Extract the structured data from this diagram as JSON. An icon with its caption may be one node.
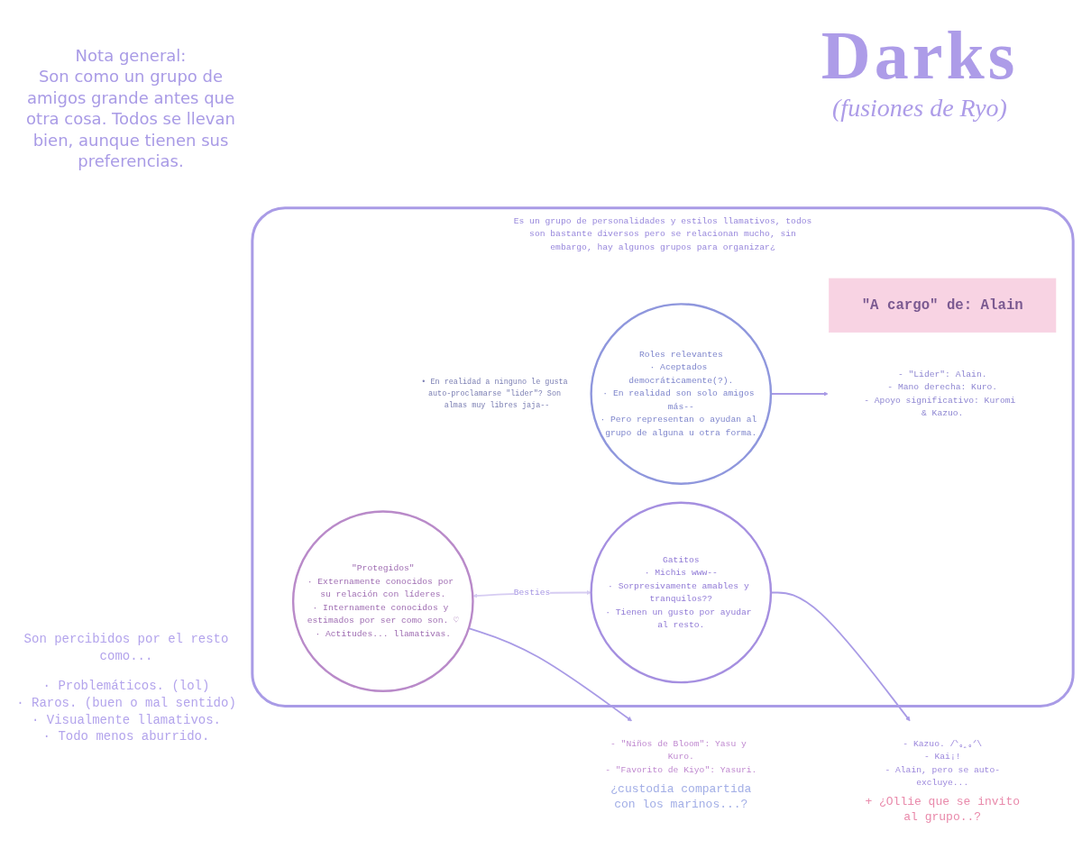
{
  "diagram": {
    "title": "Darks",
    "nodes": [
      {
        "text": [
          "Es un grupo de personalidades y estilos llamativos, todos son bastante diversos pero se relacionan mucho, sin embargo, hay algunos grupos para organizar¿"
        ]
      },
      {
        "text": [
          "\"A cargo\" de: Alain"
        ],
        "in": 0
      },
      {
        "text": [
          "- \"Niños de Bloom\": Yasu y Kuro.",
          "- \"Favorito de Kiyo\": Yasuri."
        ],
        "beside": [
          "¿custodia compartida con los marinos...?"
        ]
      },
      {
        "text": [
          "\"Protegidos\"",
          "· Externamente conocidos por su relación con líderes.",
          "· Internamente conocidos y estimados por ser como son. ♡",
          "· Actitudes... llamativas."
        ],
        "in": 0
      },
      {
        "text": [
          "Gatitos",
          "· Michis www--",
          "· Sorpresivamente amables y tranquilos??",
          "· Tienen un gusto por ayudar al resto."
        ],
        "in": 0
      },
      {
        "text": [
          "- Kazuo. /ᐠ｡ꞈ｡ᐟ\\",
          "- Kai¡!",
          "- Alain, pero se auto-excluye..."
        ],
        "beside": [
          "+ ¿Ollie que se invito al grupo..?"
        ]
      },
      {
        "text": [
          "Roles relevantes",
          "· Aceptados democráticamente(?).",
          "· En realidad son solo amigos más--",
          "· Pero representan o ayudan al grupo de alguna u otra forma."
        ],
        "in": 0,
        "beside": [
          "• En realidad a ninguno le gusta auto-proclamarse \"lider\"? Son almas muy libres jaja--"
        ]
      },
      {
        "text": [
          "- \"Lider\": Alain.",
          "- Mano derecha: Kuro.",
          "- Apoyo significativo: Kuromi & Kazuo."
        ],
        "in": 0
      }
    ],
    "edges": [
      {
        "from": 3,
        "to": 4,
        "arrow": "both",
        "label": "Besties",
        "color": "#d6ccf2"
      },
      {
        "from": 4,
        "to": 5,
        "arrow": "to"
      },
      {
        "from": 3,
        "to": 2,
        "arrow": "to"
      },
      {
        "from": 6,
        "to": 7,
        "arrow": "to"
      }
    ],
    "labels": [
      "Nota general:",
      "Son como un grupo de amigos grande antes que otra cosa. Todos se llevan bien, aunque tienen sus preferencias.",
      "(fusiones de Ryo)",
      "Son percibidos por el resto como...",
      "· Problemáticos. (lol)",
      "· Raros. (buen o mal sentido)",
      "· Visualmente llamativos.",
      "· Todo menos aburrido."
    ]
  }
}
